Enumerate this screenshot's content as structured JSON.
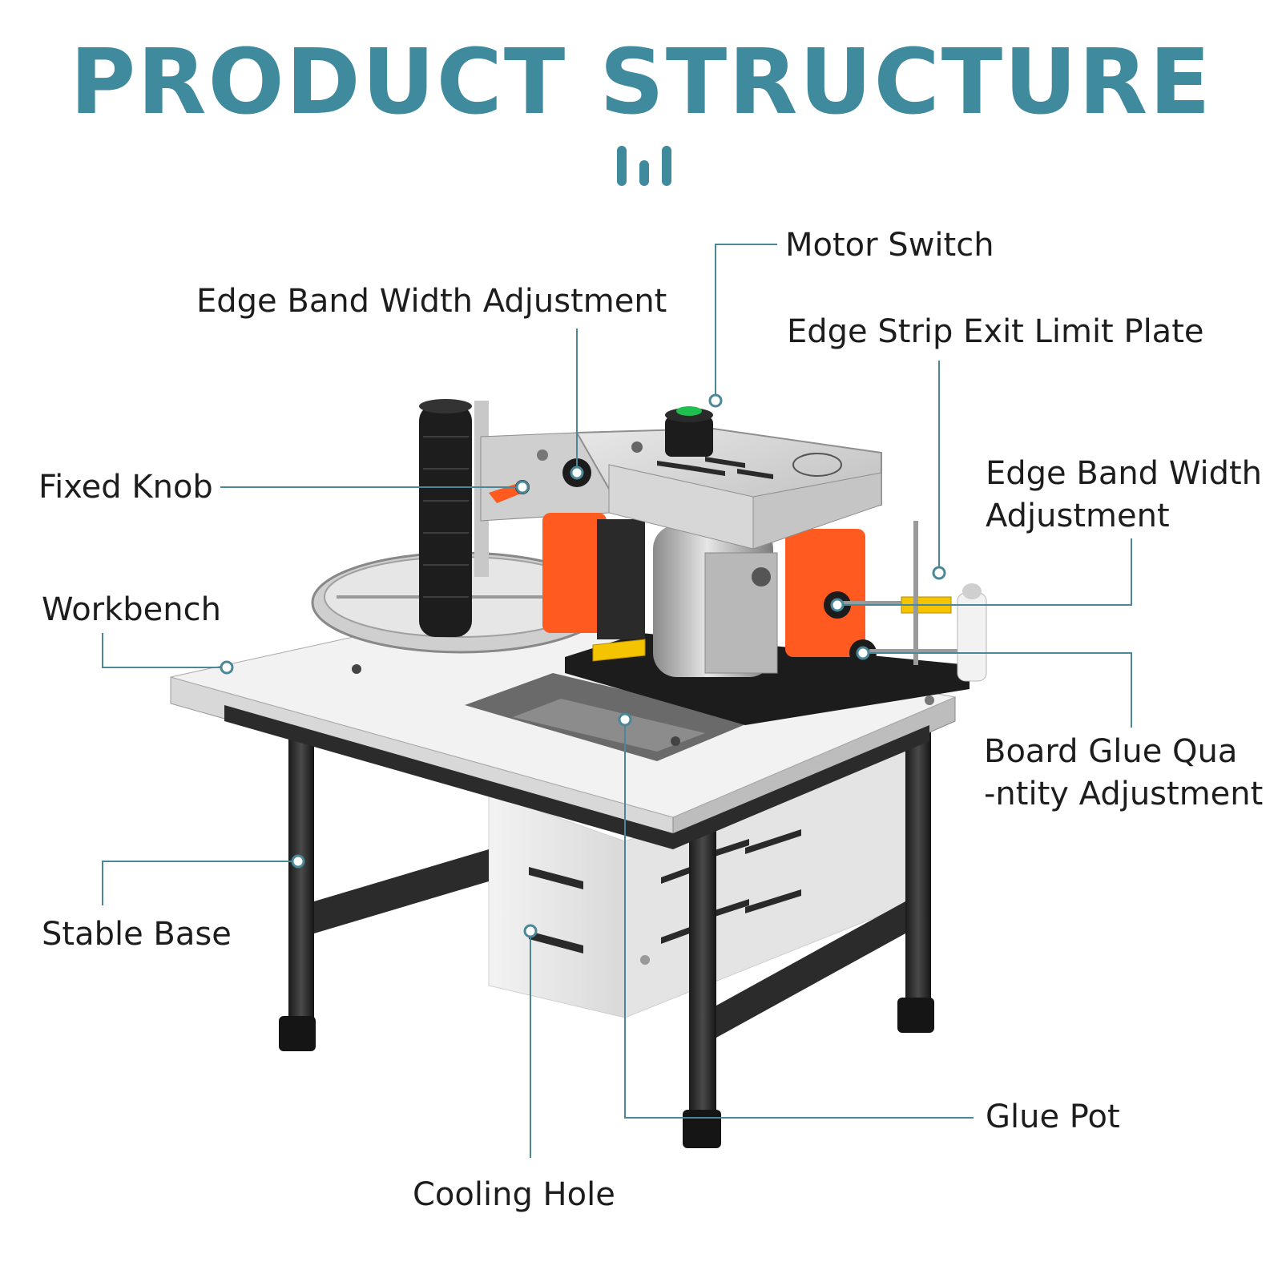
{
  "title": "PRODUCT STRUCTURE",
  "colors": {
    "accent": "#3f8a9c",
    "leader_line": "#4a8797",
    "machine_orange": "#ff5a1f",
    "machine_yellow": "#f5c400",
    "switch_green": "#1fbf4f"
  },
  "labels": {
    "motor_switch": "Motor Switch",
    "edge_band_width_top": "Edge Band Width Adjustment",
    "edge_strip_exit": "Edge Strip Exit Limit Plate",
    "fixed_knob": "Fixed Knob",
    "edge_band_width_right_1": "Edge Band Width",
    "edge_band_width_right_2": "Adjustment",
    "workbench": "Workbench",
    "board_glue_1": "Board Glue Qua",
    "board_glue_2": "-ntity Adjustment",
    "stable_base": "Stable Base",
    "glue_pot": "Glue Pot",
    "cooling_hole": "Cooling Hole"
  }
}
